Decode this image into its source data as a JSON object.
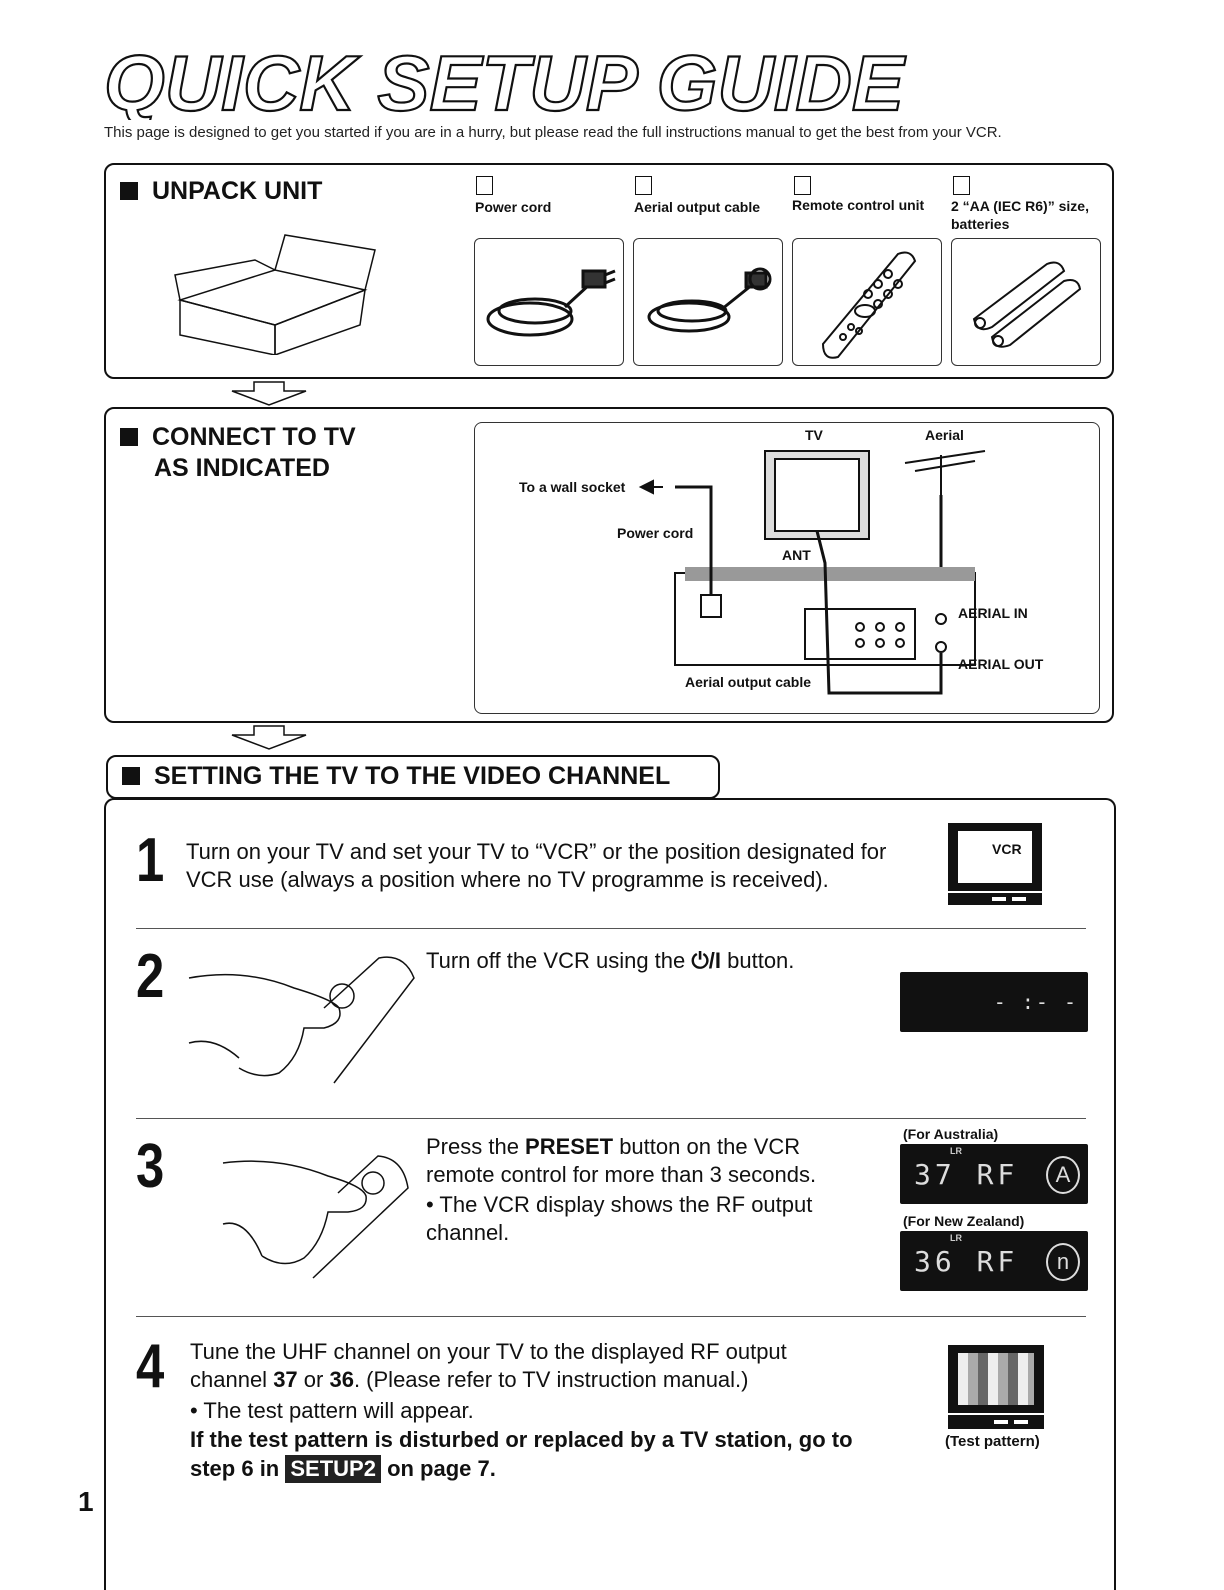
{
  "title": "QUICK SETUP GUIDE",
  "intro": "This page is designed to get you started if you are in a hurry, but please read the full instructions manual to get the best from your VCR.",
  "unpack": {
    "heading": "UNPACK UNIT",
    "items": [
      {
        "label": "Power cord"
      },
      {
        "label": "Aerial output cable"
      },
      {
        "label": "Remote control unit"
      },
      {
        "label": "2 “AA (IEC R6)” size, batteries"
      }
    ]
  },
  "connect": {
    "heading_line1": "CONNECT TO TV",
    "heading_line2": "AS INDICATED",
    "labels": {
      "tv": "TV",
      "aerial": "Aerial",
      "wall": "To a wall socket",
      "power_cord": "Power cord",
      "ant": "ANT",
      "aerial_in": "AERIAL IN",
      "aerial_out": "AERIAL OUT",
      "aerial_cable": "Aerial output cable"
    }
  },
  "setting": {
    "heading": "SETTING THE TV TO THE VIDEO CHANNEL",
    "steps": [
      {
        "num": "1",
        "text": "Turn on your TV and set your TV to “VCR” or the position designated for VCR use (always a position where no TV programme is received).",
        "screen_label": "VCR"
      },
      {
        "num": "2",
        "text_before": "Turn off the VCR using the ",
        "power_symbol": "⏻/I",
        "text_after": " button.",
        "display": "- :- -"
      },
      {
        "num": "3",
        "text_before": "Press the ",
        "bold": "PRESET",
        "text_after": " button on the VCR remote control for more than 3 seconds.",
        "bullet": "• The VCR display shows the RF output channel.",
        "au_label": "(For Australia)",
        "au_display": "37 RF",
        "au_letter": "A",
        "nz_label": "(For New Zealand)",
        "nz_display": "36 RF",
        "nz_letter": "n",
        "lr": "LR"
      },
      {
        "num": "4",
        "line1": "Tune the UHF channel on your TV to the displayed RF output",
        "line2_a": "channel ",
        "ch1": "37",
        "line2_b": " or ",
        "ch2": "36",
        "line2_c": ". (Please refer to TV instruction manual.)",
        "bullet": "• The test pattern will appear.",
        "bold_line1": "If the test pattern is disturbed or replaced by a TV station, go to",
        "bold_a": "step 6 in ",
        "badge": "SETUP2",
        "bold_b": " on page 7.",
        "caption": "(Test pattern)"
      }
    ]
  },
  "page_number": "1"
}
